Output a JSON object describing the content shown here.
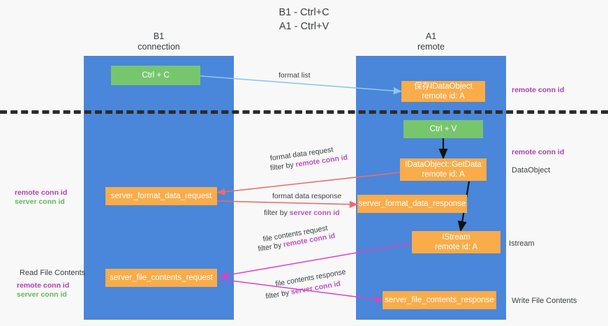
{
  "title": "B1 - Ctrl+C\nA1 - Ctrl+V",
  "columns": {
    "left": "B1\nconnection",
    "right": "A1\nremote"
  },
  "nodes": {
    "ctrl_c": {
      "line1": "Ctrl + C",
      "line2": "",
      "color": "#77c66e"
    },
    "ctrl_v": {
      "line1": "Ctrl + V",
      "line2": "",
      "color": "#77c66e"
    },
    "data_object": {
      "line1": "保存IDataObject",
      "line2": "remote id: A",
      "color": "#f9ac49"
    },
    "get_data": {
      "line1": "IDataObject::GetData",
      "line2": "remote id: A",
      "color": "#f9ac49"
    },
    "server_format_data_request": {
      "line1": "server_format_data_request",
      "line2": "",
      "color": "#f9ac49"
    },
    "server_format_data_response": {
      "line1": "server_format_data_response",
      "line2": "",
      "color": "#f9ac49"
    },
    "istream": {
      "line1": "IStream",
      "line2": "remote id: A",
      "color": "#f9ac49"
    },
    "server_file_contents_request": {
      "line1": "server_file_contents_request",
      "line2": "",
      "color": "#f9ac49"
    },
    "server_file_contents_response": {
      "line1": "server_file_contents_response",
      "line2": "",
      "color": "#f9ac49"
    }
  },
  "edges": {
    "format_list": {
      "label": "format list"
    },
    "format_data_request": {
      "label": "format data request",
      "filter_prefix": "filter by ",
      "filter_key": "remote conn id"
    },
    "format_data_response": {
      "label": "format data response",
      "filter_prefix": "filter by ",
      "filter_key": "server conn id"
    },
    "file_contents_request": {
      "label": "file contents request",
      "filter_prefix": "filter by ",
      "filter_key": "remote conn id"
    },
    "file_contents_response": {
      "label": "file contents response",
      "filter_prefix": "filter by ",
      "filter_key": "server conn id"
    }
  },
  "annotations": {
    "right_remote_top": "remote conn id",
    "right_remote_mid": "remote conn id",
    "right_data_object": "DataObject",
    "right_istream": "Istream",
    "right_write_file_contents": "Write File Contents",
    "left_remote_conn_id": "remote conn id",
    "left_server_conn_id": "server conn id",
    "left_read_file_contents": "Read File Contents",
    "left_remote_conn_id_2": "remote conn id",
    "left_server_conn_id_2": "server conn id"
  },
  "colors": {
    "lane": "#4a86d9",
    "green_node": "#77c66e",
    "orange_node": "#f9ac49",
    "red_arrow": "#ef6a6a",
    "magenta_arrow": "#e040c0",
    "blue_arrow": "#8ec6ef",
    "black_arrow": "#111111",
    "purple_text": "#b03fb0",
    "green_text": "#63b863",
    "divider": "#2b2b2b"
  }
}
